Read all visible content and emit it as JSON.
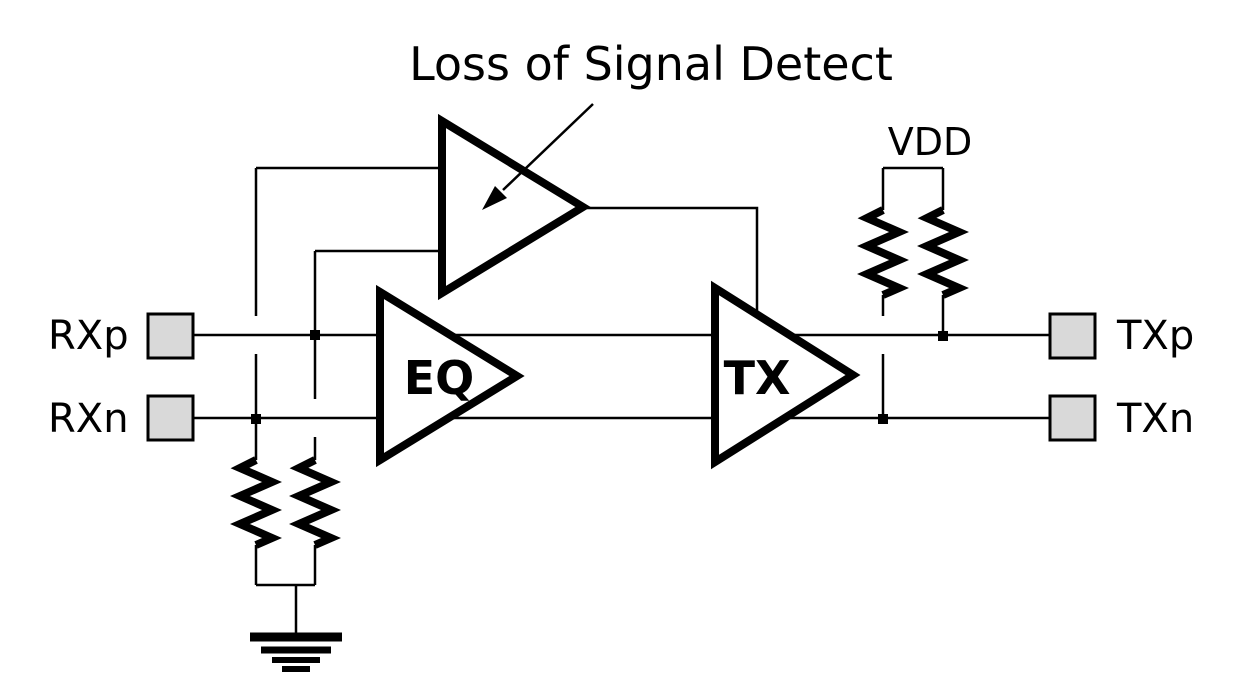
{
  "diagram": {
    "title": "Loss of Signal Detect",
    "ports": {
      "rxp": "RXp",
      "rxn": "RXn",
      "txp": "TXp",
      "txn": "TXn"
    },
    "blocks": {
      "eq_label": "EQ",
      "tx_label": "TX"
    },
    "supply": {
      "vdd_label": "VDD"
    },
    "colors": {
      "ink": "#000000",
      "pad_fill": "#d9d9d9",
      "background": "#ffffff"
    }
  }
}
